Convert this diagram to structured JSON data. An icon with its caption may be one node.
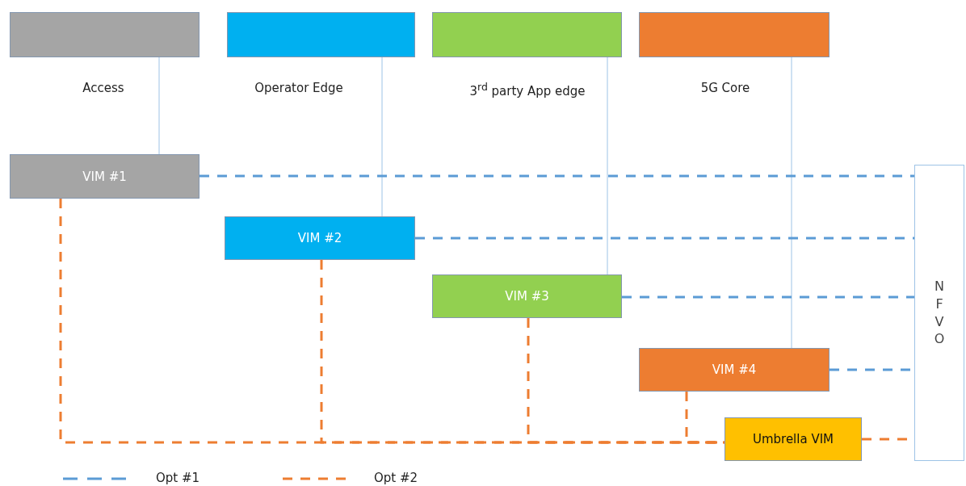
{
  "diagram": {
    "nodes": [
      {
        "text": [],
        "shape": "box",
        "beside": [
          "Access"
        ]
      },
      {
        "text": [],
        "shape": "box",
        "beside": [
          "Operator Edge"
        ]
      },
      {
        "text": [],
        "shape": "box",
        "beside": [
          "3$^{rd}$ party App edge"
        ]
      },
      {
        "text": [],
        "shape": "box",
        "beside": [
          "5G Core"
        ]
      },
      {
        "text": [
          "VIM #1"
        ]
      },
      {
        "text": [
          "VIM #2"
        ]
      },
      {
        "text": [
          "VIM #3"
        ]
      },
      {
        "text": [
          "VIM #4"
        ]
      },
      {
        "text": [
          "Umbrella VIM"
        ]
      },
      {
        "text": [
          "NFVO"
        ]
      }
    ],
    "edges": [
      {
        "from": 0,
        "to": 4,
        "arrow": "none",
        "color": "#9dc3e6"
      },
      {
        "from": 1,
        "to": 5,
        "arrow": "none",
        "color": "#9dc3e6"
      },
      {
        "from": 2,
        "to": 6,
        "arrow": "none",
        "color": "#9dc3e6"
      },
      {
        "from": 3,
        "to": 7,
        "arrow": "none",
        "color": "#9dc3e6"
      },
      {
        "from": 4,
        "to": 9,
        "arrow": "none",
        "style": "dashed",
        "color": "#5b9bd5"
      },
      {
        "from": 5,
        "to": 9,
        "arrow": "none",
        "style": "dashed",
        "color": "#5b9bd5"
      },
      {
        "from": 6,
        "to": 9,
        "arrow": "none",
        "style": "dashed",
        "color": "#5b9bd5"
      },
      {
        "from": 7,
        "to": 9,
        "arrow": "none",
        "style": "dashed",
        "color": "#5b9bd5"
      },
      {
        "from": 4,
        "to": 8,
        "arrow": "none",
        "style": "dashed"
      },
      {
        "from": 5,
        "to": 8,
        "arrow": "none",
        "style": "dashed"
      },
      {
        "from": 6,
        "to": 8,
        "arrow": "none",
        "style": "dashed"
      },
      {
        "from": 7,
        "to": 8,
        "arrow": "none",
        "style": "dashed"
      },
      {
        "from": 8,
        "to": 9,
        "arrow": "none",
        "style": "dashed"
      }
    ],
    "legend": [
      {
        "text": "Opt #1"
      },
      {
        "text": "Opt #2"
      }
    ]
  }
}
